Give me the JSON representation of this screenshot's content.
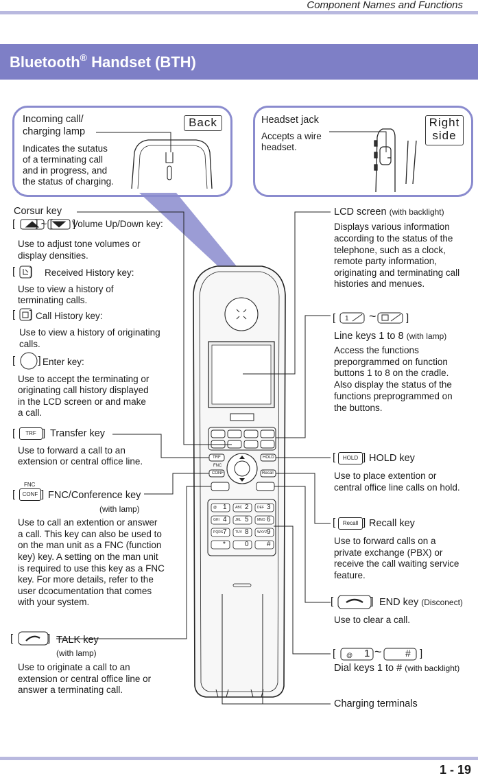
{
  "header": {
    "section_title": "Component Names and Functions"
  },
  "banner": {
    "title": "Bluetooth",
    "reg_mark": "®",
    "title_suffix": " Handset (BTH)"
  },
  "callouts": {
    "incoming": {
      "title_line1": "Incoming call/",
      "title_line2": "charging lamp",
      "desc": [
        "Indicates the sutatus",
        "of a terminating call",
        "and in progress, and",
        "the status of charging."
      ],
      "view_tag": "Back"
    },
    "headset": {
      "title": "Headset jack",
      "desc": [
        "Accepts a wire",
        "headset."
      ],
      "view_tag_line1": "Right",
      "view_tag_line2": "side"
    }
  },
  "left": {
    "cursor_title": "Corsur key",
    "volume": {
      "title": "Volume Up/Down key:",
      "desc": [
        "Use to adjust tone volumes or",
        "display densities."
      ]
    },
    "received": {
      "title": "Received History key:",
      "desc": [
        "Use to view a history of",
        "terminating calls."
      ]
    },
    "callhist": {
      "title": "Call History key:",
      "desc": [
        "Use to view a history of originating",
        "calls."
      ]
    },
    "enter": {
      "title": "Enter key:",
      "desc": [
        "Use to accept the terminating or",
        "originating call history displayed",
        "in the LCD screen or and make",
        "a call."
      ]
    },
    "transfer": {
      "icon": "TRF",
      "title": "Transfer key",
      "desc": [
        "Use to forward a call to an",
        "extension or central office line."
      ]
    },
    "fnc": {
      "icon_top": "FNC",
      "icon": "CONF",
      "title": "FNC/Conference key",
      "note": "(with lamp)",
      "desc": [
        "Use to call an extention or answer",
        "a call. This key can also be used to",
        "on the man unit as a FNC (function",
        "key) key. A setting on the man unit",
        "is required to use this key as a FNC",
        "key. For more details, refer to the",
        "user dcocumentation that comes",
        "with your system."
      ]
    },
    "talk": {
      "title": "TALK key",
      "note": "(with lamp)",
      "desc": [
        "Use to originate a call to an",
        "extension or central office line or",
        "answer a terminating call."
      ]
    }
  },
  "right": {
    "lcd": {
      "title": "LCD screen",
      "note": "(with backlight)",
      "desc": [
        "Displays various information",
        "according to the status of the",
        "telephone, such as a clock,",
        "remote party information,",
        "originating and terminating call",
        "histories and menues."
      ]
    },
    "line": {
      "icon_first": "1",
      "tilde": "~",
      "title": "Line keys 1 to 8",
      "note": "(with lamp)",
      "desc": [
        "Access the functions",
        "preporgrammed on function",
        "buttons 1 to 8 on the cradle.",
        "Also display the status of the",
        "functions preprogrammed on",
        "the buttons."
      ]
    },
    "hold": {
      "icon": "HOLD",
      "title": "HOLD key",
      "desc": [
        "Use to place extention or",
        "central office line calls on hold."
      ]
    },
    "recall": {
      "icon": "Recall",
      "title": "Recall key",
      "desc": [
        "Use to forward calls on a",
        "private exchange (PBX) or",
        "receive the call waiting service",
        "feature."
      ]
    },
    "end": {
      "title": "END key",
      "note": "(Disconect)",
      "desc": [
        "Use to clear a call."
      ]
    },
    "dial": {
      "icon_first": "1",
      "icon_at": "@",
      "icon_last": "#",
      "tilde": "~",
      "title": "Dial keys 1 to #",
      "note": "(with backlight)"
    },
    "charging": {
      "title": "Charging terminals"
    }
  },
  "phone": {
    "soft_labels": [
      "TRF",
      "FNC",
      "CONF",
      "HOLD",
      "Recall"
    ],
    "keypad": [
      {
        "num": "1",
        "sub": "@"
      },
      {
        "num": "2",
        "sub": "ABC"
      },
      {
        "num": "3",
        "sub": "DEF"
      },
      {
        "num": "4",
        "sub": "GHI"
      },
      {
        "num": "5",
        "sub": "JKL"
      },
      {
        "num": "6",
        "sub": "MNO"
      },
      {
        "num": "7",
        "sub": "PQRS"
      },
      {
        "num": "8",
        "sub": "TUV"
      },
      {
        "num": "9",
        "sub": "WXYZ"
      },
      {
        "num": "*",
        "sub": ""
      },
      {
        "num": "0",
        "sub": ""
      },
      {
        "num": "#",
        "sub": ""
      }
    ]
  },
  "footer": {
    "page": "1 - 19"
  }
}
